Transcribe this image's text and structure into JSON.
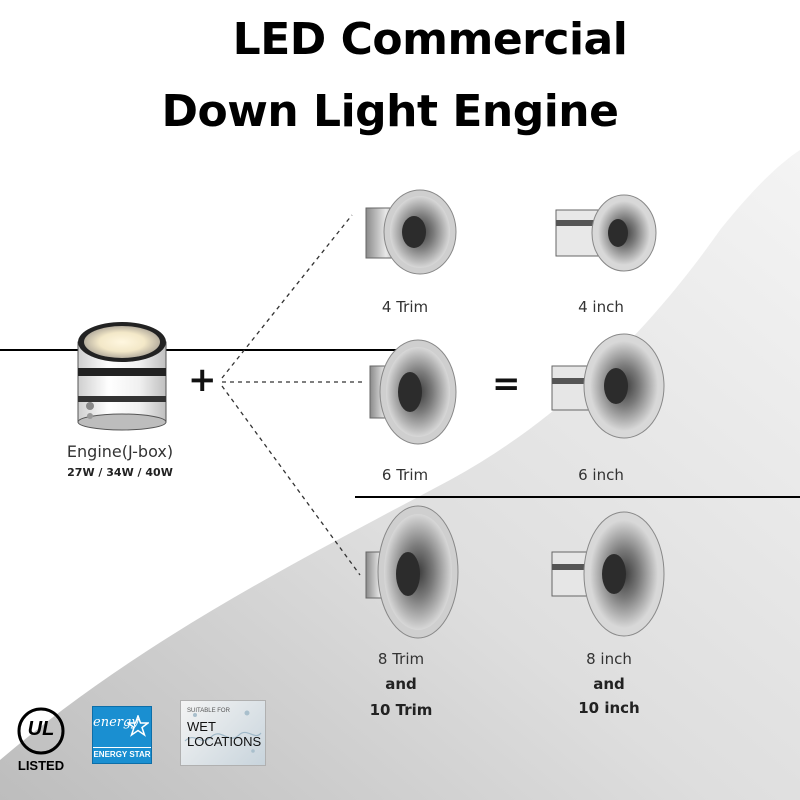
{
  "title": {
    "line1": "LED Commercial",
    "line2": "Down Light Engine"
  },
  "engine": {
    "label": "Engine(J-box)",
    "specs": "27W / 34W / 40W"
  },
  "operators": {
    "plus": "+",
    "equals": "="
  },
  "trims": [
    {
      "label": "4 Trim"
    },
    {
      "label": "6 Trim"
    },
    {
      "label_line1": "8 Trim",
      "label_line2": "and",
      "label_line3": "10 Trim"
    }
  ],
  "results": [
    {
      "label": "4 inch"
    },
    {
      "label": "6 inch"
    },
    {
      "label_line1": "8 inch",
      "label_line2": "and",
      "label_line3": "10 inch"
    }
  ],
  "certifications": {
    "ul": {
      "mark": "UL",
      "caption": "LISTED"
    },
    "energy_star": {
      "script": "energy",
      "caption": "ENERGY STAR"
    },
    "wet": {
      "small": "SUITABLE FOR",
      "line1": "WET",
      "line2": "LOCATIONS"
    }
  },
  "colors": {
    "background": "#ffffff",
    "wave_gray": "#d9d9d9",
    "text": "#000000",
    "energy_star_blue": "#1a8fd1"
  }
}
